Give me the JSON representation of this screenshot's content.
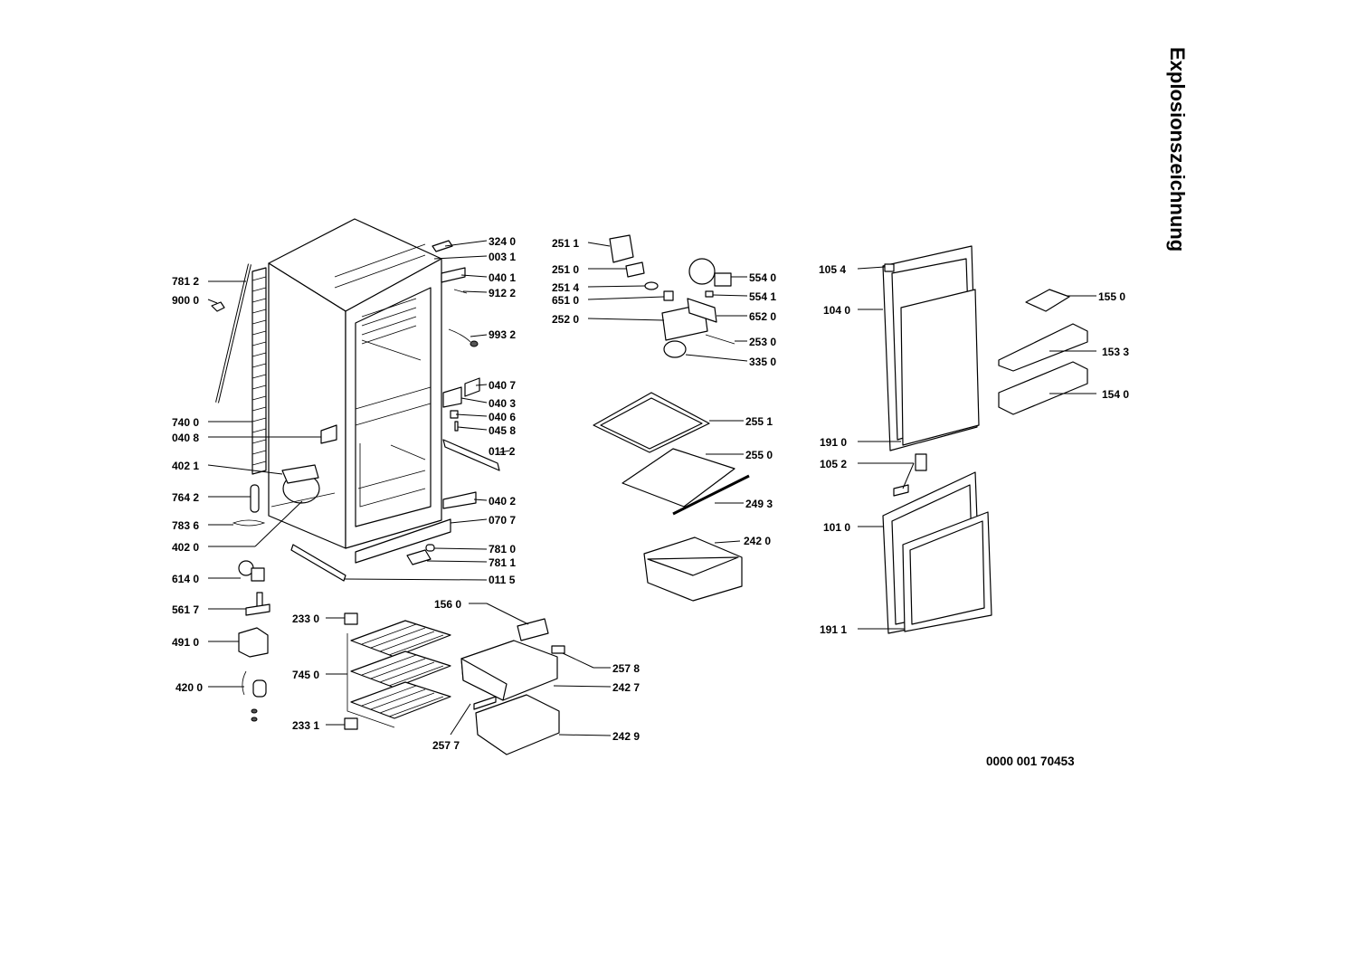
{
  "title": "Explosionszeichnung",
  "document_number": "0000 001 70453",
  "part_labels": [
    "324 0",
    "003 1",
    "040 1",
    "912 2",
    "993 2",
    "040 7",
    "040 3",
    "040 6",
    "045 8",
    "011 2",
    "040 2",
    "070 7",
    "781 0",
    "781 1",
    "011 5",
    "781 2",
    "900 0",
    "740 0",
    "040 8",
    "402 1",
    "764 2",
    "783 6",
    "402 0",
    "614 0",
    "561 7",
    "491 0",
    "420 0",
    "233 0",
    "745 0",
    "233 1",
    "156 0",
    "257 8",
    "242 7",
    "242 9",
    "257 7",
    "251 1",
    "251 0",
    "251 4",
    "651 0",
    "252 0",
    "554 0",
    "554 1",
    "652 0",
    "253 0",
    "335 0",
    "255 1",
    "255 0",
    "249 3",
    "242 0",
    "105 4",
    "104 0",
    "155 0",
    "153 3",
    "154 0",
    "191 0",
    "105 2",
    "101 0",
    "191 1"
  ]
}
